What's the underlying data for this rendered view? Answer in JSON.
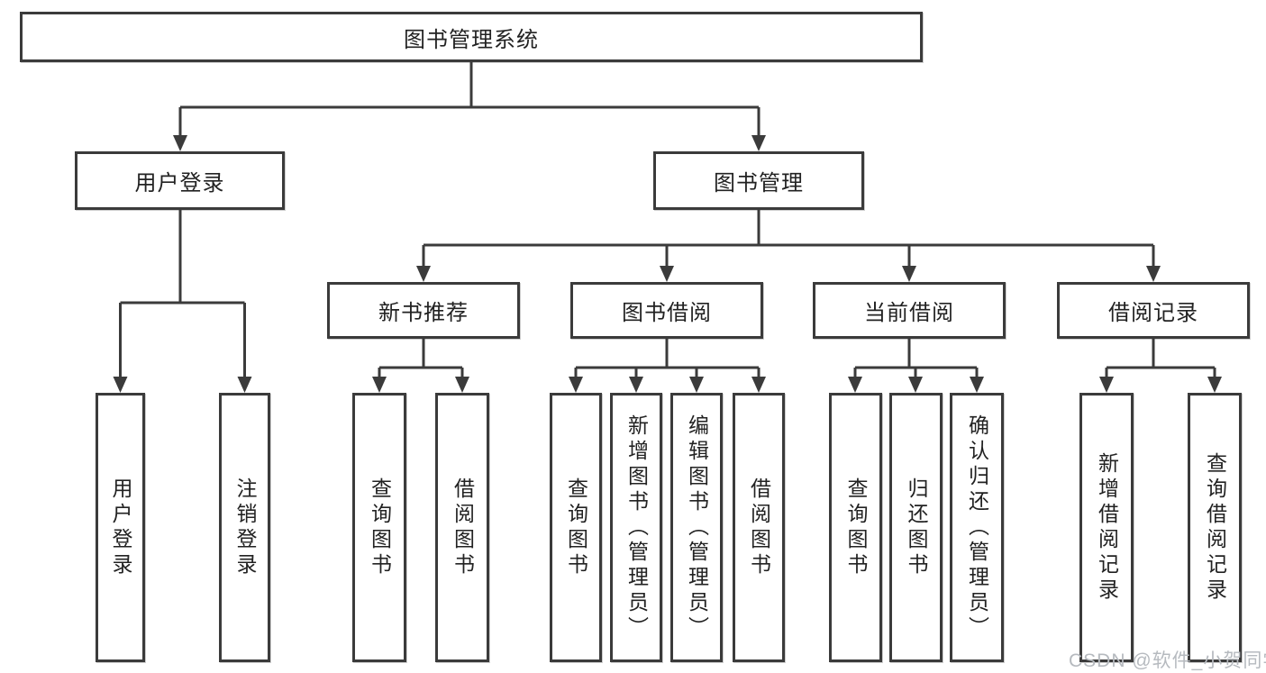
{
  "tree": {
    "label": "图书管理系统",
    "children": [
      {
        "label": "用户登录",
        "children": [
          {
            "label": "用户登录"
          },
          {
            "label": "注销登录"
          }
        ]
      },
      {
        "label": "图书管理",
        "children": [
          {
            "label": "新书推荐",
            "children": [
              {
                "label": "查询图书"
              },
              {
                "label": "借阅图书"
              }
            ]
          },
          {
            "label": "图书借阅",
            "children": [
              {
                "label": "查询图书"
              },
              {
                "label": "新增图书（管理员）"
              },
              {
                "label": "编辑图书（管理员）"
              },
              {
                "label": "借阅图书"
              }
            ]
          },
          {
            "label": "当前借阅",
            "children": [
              {
                "label": "查询图书"
              },
              {
                "label": "归还图书"
              },
              {
                "label": "确认归还（管理员）"
              }
            ]
          },
          {
            "label": "借阅记录",
            "children": [
              {
                "label": "新增借阅记录"
              },
              {
                "label": "查询借阅记录"
              }
            ]
          }
        ]
      }
    ]
  },
  "watermark": {
    "text": "CSDN @软件_小贺同学"
  },
  "colors": {
    "line": "#3b3b3b",
    "text": "#222222",
    "background": "#ffffff",
    "watermark": "#b6babf"
  }
}
